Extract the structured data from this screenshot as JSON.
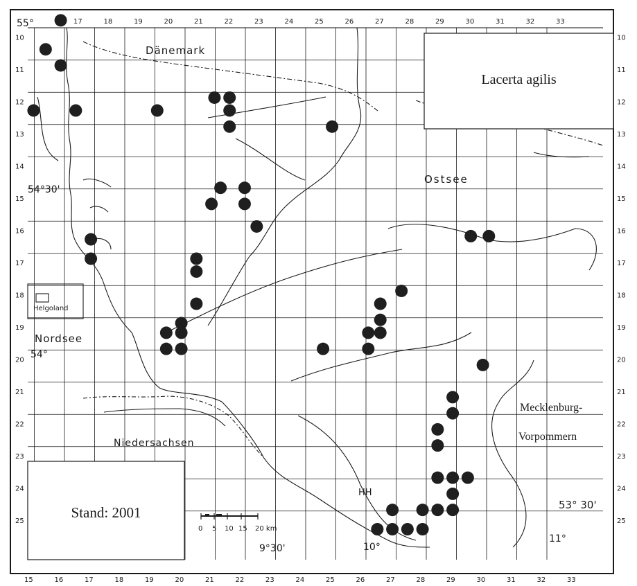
{
  "map": {
    "species": "Lacerta agilis",
    "status": "Stand: 2001",
    "regions": {
      "denmark": "Dänemark",
      "baltic": "Ostsee",
      "north_sea": "Nordsee",
      "lower_saxony": "Niedersachsen",
      "mv_line1": "Mecklenburg-",
      "mv_line2": "Vorpommern",
      "helgoland": "Helgoland",
      "hamburg": "HH"
    },
    "coordinates": {
      "lat_55": "55°",
      "lat_5430": "54°30'",
      "lat_54": "54°",
      "lat_5330": "53° 30'",
      "lon_930": "9°30'",
      "lon_10": "10°",
      "lon_11": "11°"
    },
    "scale": {
      "ticks": [
        "0",
        "5",
        "10",
        "15",
        "20 km"
      ]
    },
    "grid": {
      "top_cols": [
        "17",
        "18",
        "19",
        "20",
        "21",
        "22",
        "23",
        "24",
        "25",
        "26",
        "27",
        "28",
        "29",
        "30",
        "31",
        "32",
        "33"
      ],
      "bottom_cols": [
        "15",
        "16",
        "17",
        "18",
        "19",
        "20",
        "21",
        "22",
        "23",
        "24",
        "25",
        "26",
        "27",
        "28",
        "29",
        "30",
        "31",
        "32",
        "33"
      ],
      "left_rows": [
        "10",
        "11",
        "12",
        "13",
        "14",
        "15",
        "16",
        "17",
        "18",
        "19",
        "20",
        "21",
        "22",
        "23",
        "24",
        "25"
      ],
      "right_rows": [
        "10",
        "11",
        "12",
        "13",
        "14",
        "15",
        "16",
        "17",
        "18",
        "19",
        "20",
        "21",
        "22",
        "23",
        "24",
        "25"
      ]
    },
    "records": [
      [
        16.6,
        9.4
      ],
      [
        16.1,
        10.3
      ],
      [
        16.6,
        10.8
      ],
      [
        15.7,
        12.2
      ],
      [
        17.1,
        12.2
      ],
      [
        19.8,
        12.2
      ],
      [
        21.7,
        11.8
      ],
      [
        22.2,
        11.8
      ],
      [
        22.2,
        12.2
      ],
      [
        22.2,
        12.7
      ],
      [
        25.6,
        12.7
      ],
      [
        21.9,
        14.6
      ],
      [
        22.7,
        14.6
      ],
      [
        21.6,
        15.1
      ],
      [
        22.7,
        15.1
      ],
      [
        23.1,
        15.8
      ],
      [
        17.6,
        16.2
      ],
      [
        17.6,
        16.8
      ],
      [
        21.1,
        16.8
      ],
      [
        21.1,
        17.2
      ],
      [
        21.1,
        18.2
      ],
      [
        30.2,
        16.1
      ],
      [
        30.8,
        16.1
      ],
      [
        27.9,
        17.8
      ],
      [
        27.2,
        18.2
      ],
      [
        27.2,
        18.7
      ],
      [
        26.8,
        19.1
      ],
      [
        27.2,
        19.1
      ],
      [
        26.8,
        19.6
      ],
      [
        25.3,
        19.6
      ],
      [
        20.1,
        19.1
      ],
      [
        20.6,
        18.8
      ],
      [
        20.6,
        19.1
      ],
      [
        20.1,
        19.6
      ],
      [
        20.6,
        19.6
      ],
      [
        30.6,
        20.1
      ],
      [
        29.6,
        21.1
      ],
      [
        29.6,
        21.6
      ],
      [
        29.1,
        22.1
      ],
      [
        29.1,
        22.6
      ],
      [
        29.1,
        23.6
      ],
      [
        29.6,
        23.6
      ],
      [
        30.1,
        23.6
      ],
      [
        29.6,
        24.1
      ],
      [
        29.1,
        24.6
      ],
      [
        29.6,
        24.6
      ],
      [
        27.1,
        25.2
      ],
      [
        27.6,
        24.6
      ],
      [
        27.6,
        25.2
      ],
      [
        28.1,
        25.2
      ],
      [
        28.6,
        24.6
      ],
      [
        28.6,
        25.2
      ]
    ],
    "colors": {
      "ink": "#1a1a1a",
      "paper": "#ffffff",
      "dot": "#1f1f1f"
    }
  }
}
